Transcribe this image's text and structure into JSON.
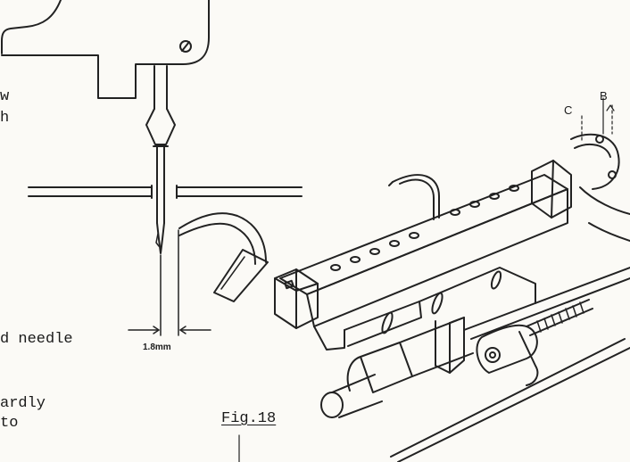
{
  "text_fragments": {
    "line_1": "w",
    "line_2": "h",
    "line_3": "d needle",
    "line_4": "ardly",
    "line_5": "to"
  },
  "figure": {
    "caption": "Fig.18",
    "dimension_label": "1.8mm",
    "part_label_c": "C",
    "part_label_b": "B"
  }
}
